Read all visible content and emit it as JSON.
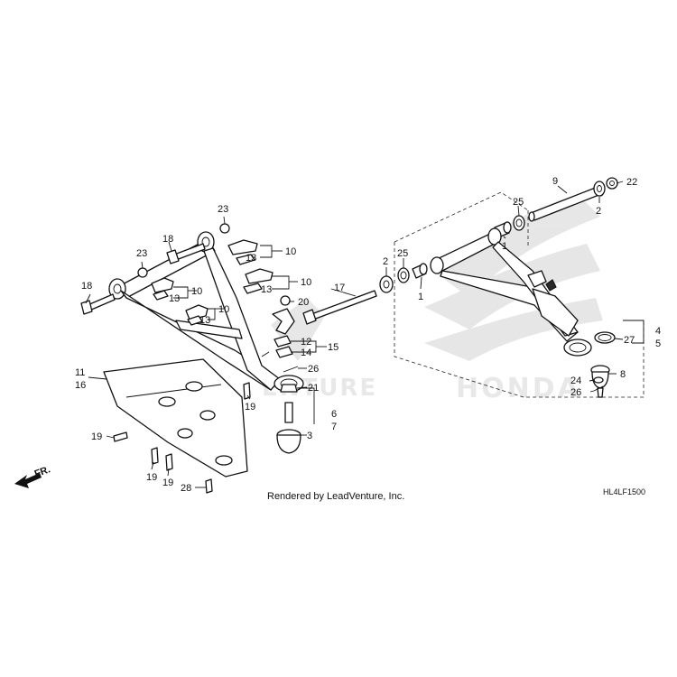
{
  "footer": {
    "rendered_by": "Rendered by LeadVenture, Inc.",
    "diagram_code": "HL4LF1500"
  },
  "direction_marker": {
    "label": "FR.",
    "icon": "front-direction-arrow-icon"
  },
  "watermark": {
    "text_left": "ENTURE",
    "text_right": "HONDA",
    "icon": "honda-wing-logo-icon"
  },
  "callouts": [
    {
      "id": "c-9",
      "label": "9"
    },
    {
      "id": "c-22",
      "label": "22"
    },
    {
      "id": "c-2a",
      "label": "2"
    },
    {
      "id": "c-25a",
      "label": "25"
    },
    {
      "id": "c-1a",
      "label": "1"
    },
    {
      "id": "c-2b",
      "label": "2"
    },
    {
      "id": "c-25b",
      "label": "25"
    },
    {
      "id": "c-1b",
      "label": "1"
    },
    {
      "id": "c-17",
      "label": "17"
    },
    {
      "id": "c-4",
      "label": "4"
    },
    {
      "id": "c-5",
      "label": "5"
    },
    {
      "id": "c-27",
      "label": "27"
    },
    {
      "id": "c-8",
      "label": "8"
    },
    {
      "id": "c-24",
      "label": "24"
    },
    {
      "id": "c-26b",
      "label": "26"
    },
    {
      "id": "c-23a",
      "label": "23"
    },
    {
      "id": "c-18a",
      "label": "18"
    },
    {
      "id": "c-10a",
      "label": "10"
    },
    {
      "id": "c-13a",
      "label": "13"
    },
    {
      "id": "c-23b",
      "label": "23"
    },
    {
      "id": "c-10b",
      "label": "10"
    },
    {
      "id": "c-13b",
      "label": "13"
    },
    {
      "id": "c-18b",
      "label": "18"
    },
    {
      "id": "c-10c",
      "label": "10"
    },
    {
      "id": "c-13c",
      "label": "13"
    },
    {
      "id": "c-10d",
      "label": "10"
    },
    {
      "id": "c-13d",
      "label": "13"
    },
    {
      "id": "c-20",
      "label": "20"
    },
    {
      "id": "c-12",
      "label": "12"
    },
    {
      "id": "c-14",
      "label": "14"
    },
    {
      "id": "c-15",
      "label": "15"
    },
    {
      "id": "c-26a",
      "label": "26"
    },
    {
      "id": "c-21",
      "label": "21"
    },
    {
      "id": "c-6",
      "label": "6"
    },
    {
      "id": "c-7",
      "label": "7"
    },
    {
      "id": "c-3",
      "label": "3"
    },
    {
      "id": "c-11",
      "label": "11"
    },
    {
      "id": "c-16",
      "label": "16"
    },
    {
      "id": "c-19a",
      "label": "19"
    },
    {
      "id": "c-19b",
      "label": "19"
    },
    {
      "id": "c-19c",
      "label": "19"
    },
    {
      "id": "c-19d",
      "label": "19"
    },
    {
      "id": "c-28",
      "label": "28"
    }
  ]
}
